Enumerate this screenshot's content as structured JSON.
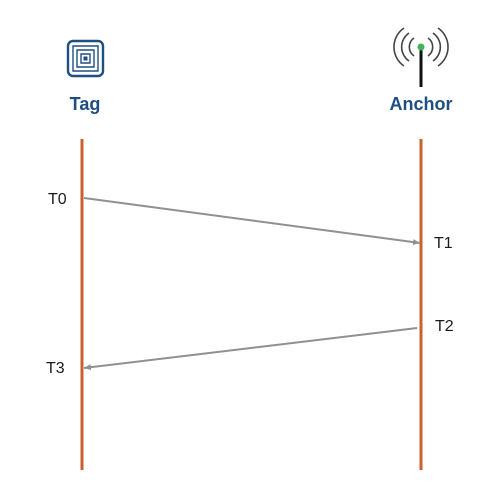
{
  "actors": {
    "tag": {
      "label": "Tag",
      "icon": "rfid-tag-icon"
    },
    "anchor": {
      "label": "Anchor",
      "icon": "antenna-icon"
    }
  },
  "timestamps": {
    "t0": "T0",
    "t1": "T1",
    "t2": "T2",
    "t3": "T3"
  },
  "messages": [
    {
      "from": "tag",
      "to": "anchor",
      "start": "t0",
      "end": "t1"
    },
    {
      "from": "anchor",
      "to": "tag",
      "start": "t2",
      "end": "t3"
    }
  ],
  "colors": {
    "lifeline": "#c9602e",
    "actor_text": "#1e4f82",
    "arrow": "#909090",
    "antenna_dot": "#3cb45a"
  }
}
